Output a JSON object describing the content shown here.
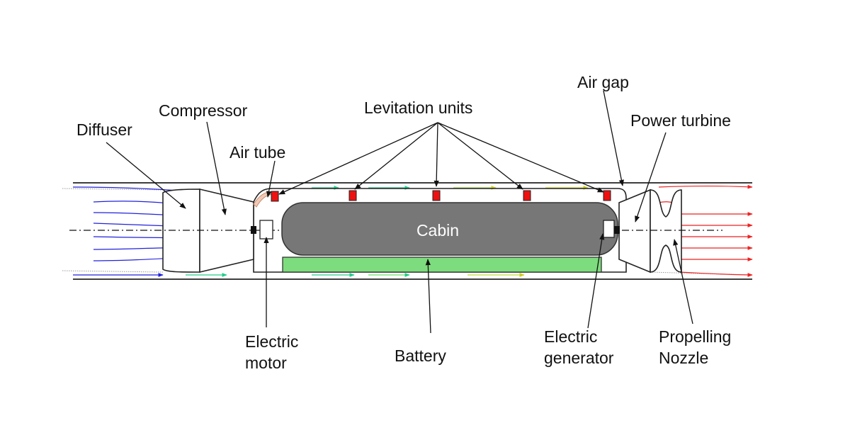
{
  "labels": {
    "diffuser": "Diffuser",
    "compressor": "Compressor",
    "air_tube": "Air tube",
    "levitation_units": "Levitation units",
    "air_gap": "Air gap",
    "power_turbine": "Power turbine",
    "cabin": "Cabin",
    "electric_motor_line1": "Electric",
    "electric_motor_line2": "motor",
    "battery": "Battery",
    "electric_generator_line1": "Electric",
    "electric_generator_line2": "generator",
    "propelling_nozzle_line1": "Propelling",
    "propelling_nozzle_line2": "Nozzle"
  },
  "colors": {
    "intake_flow": "#2222dd",
    "exhaust_flow": "#ee2222",
    "gap_flow_start": "#22cc88",
    "gap_flow_end": "#dddd22",
    "cabin": "#777777",
    "battery": "#7ddc7d",
    "levitation_unit": "#ee1111",
    "air_tube": "#f2c9b4"
  }
}
